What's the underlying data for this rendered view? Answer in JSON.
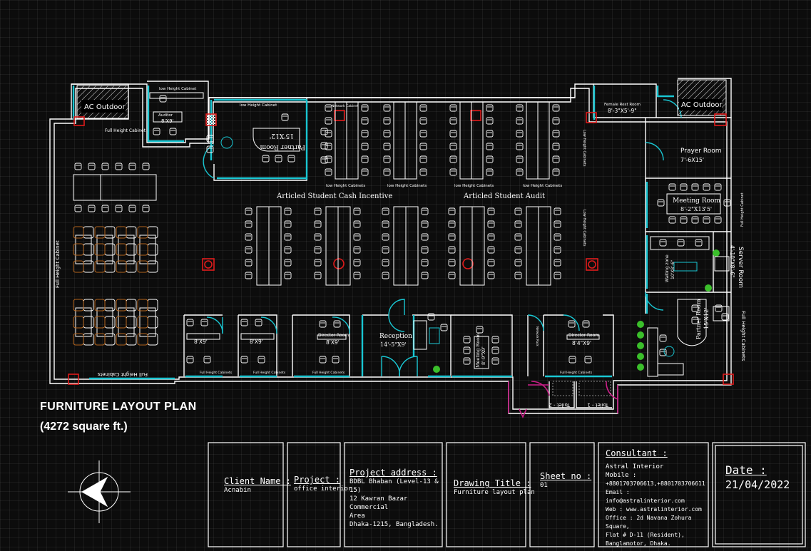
{
  "plan": {
    "title": "FURNITURE LAYOUT PLAN",
    "area": "(4272 square ft.)"
  },
  "rooms": {
    "ac_outdoor_left": "AC Outdoor",
    "ac_outdoor_right": "AC Outdoor",
    "auditor_room": "Auditor",
    "auditor_size": "8'X9'",
    "low_cab_top_left": "low Height Cabinet",
    "full_cab_top_left": "Full Height Cabinet",
    "partner_room_1": "Partner Room",
    "partner_room_1_size": "15'X12'",
    "low_cab_partner": "low Height Cabinet",
    "network_cabinet": "Network Cabinet",
    "low_cab_row": [
      "low Height Cabinets",
      "low Height Cabinets",
      "low Height Cabinets",
      "low Height Cabinets"
    ],
    "female_rest_room": "Female Rest Room",
    "female_rest_size": "8'-3\"X5'-9\"",
    "prayer_room": "Prayer Room",
    "prayer_size": "7'-6X15'",
    "meeting_room_1": "Meeting Room",
    "meeting_room_1_size": "8'-2\"X13'5'",
    "low_cab_side_1": "Low Height Cabinets",
    "low_cab_side_2": "Low Height Cabinets",
    "full_cab_right_small": "Full Height Cabinet",
    "server_room": "Server Room",
    "server_size": "4'-10\"X8'-6\"",
    "waiting_zone": "Waiting zone",
    "waiting_size": "10'X8'-6\"",
    "partner_room_2": "Partner Room",
    "partner_room_2_size": "15'X12'",
    "full_cab_right": "Full Height Cabinets",
    "articled_cash": "Articled Student Cash Incentive",
    "articled_audit": "Articled Student Audit",
    "full_cab_left": "Full Height Cabinet",
    "full_cab_bottom": "Full Height Cabinets",
    "cabin_size_1": "8'X9'",
    "cabin_size_2": "8'X9'",
    "director_room_1": "Director Room",
    "director_room_1_size": "8'X9'",
    "full_cab_cabins": [
      "Full Height Cabinets",
      "Full Height Cabinets",
      "Full Height Cabinets"
    ],
    "reception": "Reception",
    "reception_size": "14'-5\"X9'",
    "meeting_room_2": "Meeting Room",
    "meeting_room_2_size": "8'-9\"X9'",
    "network_rack": "Network Rack",
    "director_room_2": "Director Room",
    "director_room_2_size": "8'4\"X9'",
    "full_cab_dir2": "Full Height Cabinets",
    "toilet_1": "Toilet - 1",
    "toilet_2": "Toilet - 2"
  },
  "title_block": {
    "client_label": "Client Name :",
    "client_value": "Acnabin",
    "project_label": "Project :",
    "project_value": "office interior",
    "address_label": "Project address :",
    "address_lines": [
      "BDBL Bhaban (Level-13 & 15)",
      "12 Kawran Bazar Commercial",
      "Area",
      "Dhaka-1215, Bangladesh."
    ],
    "drawing_label": "Drawing Title :",
    "drawing_value": "Furniture layout plan",
    "sheet_label": "Sheet no :",
    "sheet_value": "01",
    "consultant_label": "Consultant :",
    "consultant_lines": [
      "Astral Interior",
      "",
      "Mobile :",
      "+8801703706613,+8801703706611",
      "Email : info@astralinterior.com",
      "Web : www.astralinterior.com",
      "Office : 2d Navana Zohura Square,",
      "Flat # D-11 (Resident),",
      "Banglamotor, Dhaka."
    ],
    "date_label": "Date :",
    "date_value": "21/04/2022"
  },
  "colors": {
    "wall": "#ffffff",
    "glass": "#19c6d2",
    "door": "#cc1f8a",
    "column": "#e01b1b",
    "chair_wood": "#b5651d",
    "plant": "#3bbf2b"
  }
}
